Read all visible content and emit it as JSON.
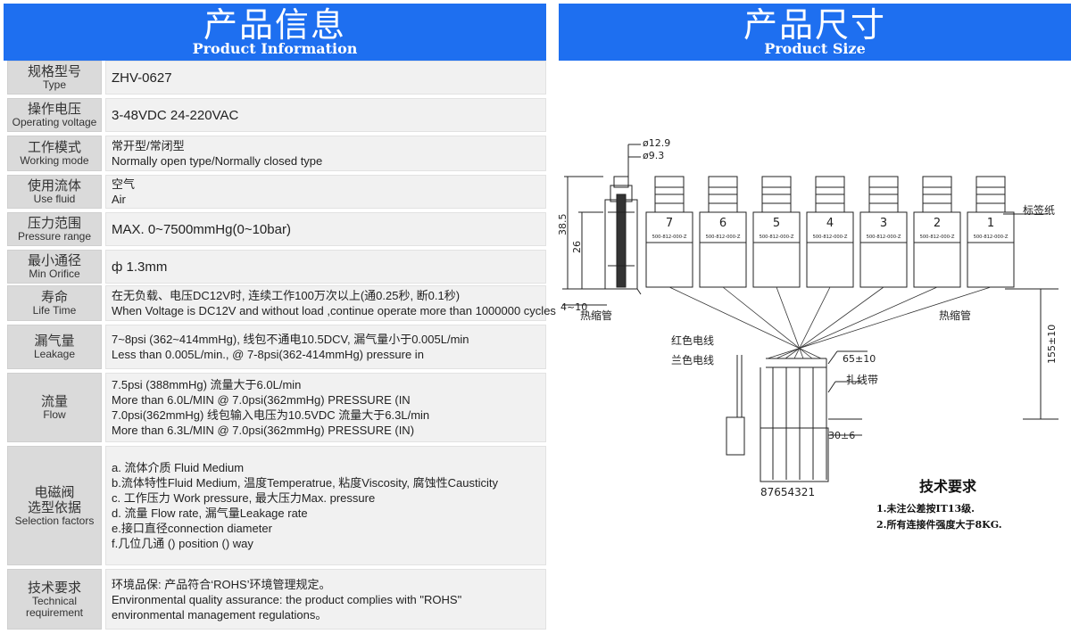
{
  "left": {
    "title_cn": "产品信息",
    "title_en": "Product Information",
    "rows": [
      {
        "label_cn": "规格型号",
        "label_en": "Type",
        "lines": [
          "ZHV-0627"
        ]
      },
      {
        "label_cn": "操作电压",
        "label_en": "Operating voltage",
        "lines": [
          "3-48VDC 24-220VAC"
        ]
      },
      {
        "label_cn": "工作模式",
        "label_en": "Working mode",
        "lines": [
          "常开型/常闭型",
          "Normally open type/Normally closed type"
        ]
      },
      {
        "label_cn": "使用流体",
        "label_en": "Use fluid",
        "lines": [
          "空气",
          "Air"
        ]
      },
      {
        "label_cn": "压力范围",
        "label_en": "Pressure range",
        "lines": [
          "MAX. 0~7500mmHg(0~10bar)"
        ]
      },
      {
        "label_cn": "最小通径",
        "label_en": "Min  Orifice",
        "lines": [
          "ф 1.3mm"
        ]
      },
      {
        "label_cn": "寿命",
        "label_en": "Life Time",
        "lines": [
          "在无负载、电压DC12V时, 连续工作100万次以上(通0.25秒, 断0.1秒)",
          "When Voltage is DC12V and without load ,continue operate more than 1000000 cycles"
        ]
      },
      {
        "label_cn": "漏气量",
        "label_en": "Leakage",
        "lines": [
          "7~8psi (362~414mmHg), 线包不通电10.5DCV, 漏气量小于0.005L/min",
          "Less than 0.005L/min., @ 7-8psi(362-414mmHg) pressure in"
        ]
      },
      {
        "label_cn": "流量",
        "label_en": "Flow",
        "lines": [
          "7.5psi (388mmHg) 流量大于6.0L/min",
          "More  than 6.0L/MIN  @ 7.0psi(362mmHg) PRESSURE (IN",
          "7.0psi(362mmHg) 线包输入电压为10.5VDC 流量大于6.3L/min",
          "More  than 6.3L/MIN  @ 7.0psi(362mmHg) PRESSURE (IN)"
        ]
      },
      {
        "label_cn": "电磁阀\n选型依据",
        "label_en": "Selection factors",
        "lines": [
          "a. 流体介质  Fluid Medium",
          "b.流体特性Fluid Medium,   温度Temperatrue, 粘度Viscosity, 腐蚀性Causticity",
          "c. 工作压力 Work pressure, 最大压力Max. pressure",
          "d. 流量 Flow rate, 漏气量Leakage rate",
          "e.接口直径connection diameter",
          "f.几位几通 () position () way"
        ]
      },
      {
        "label_cn": "技术要求",
        "label_en": "Technical\nrequirement",
        "lines": [
          "环境品保: 产品符合‘ROHS’环境管理规定。",
          "Environmental quality assurance: the product complies with \"ROHS\"",
          "environmental management regulations。"
        ]
      }
    ]
  },
  "right": {
    "title_cn": "产品尺寸",
    "title_en": "Product Size",
    "drawing": {
      "dims": [
        "ø12.9",
        "ø9.3",
        "38.5",
        "26",
        "4~10",
        "65±10",
        "155±10",
        "30±6"
      ],
      "valve_numbers": [
        "7",
        "6",
        "5",
        "4",
        "3",
        "2",
        "1"
      ],
      "part_label": "500-812-000-Z",
      "callouts": [
        "标签纸",
        "热缩管",
        "热缩管",
        "红色电线",
        "兰色电线",
        "扎线带"
      ],
      "connector_pins": "87654321"
    },
    "notes_title": "技术要求",
    "notes": [
      "1.未注公差按IT13级.",
      "2.所有连接件强度大于8KG."
    ]
  }
}
